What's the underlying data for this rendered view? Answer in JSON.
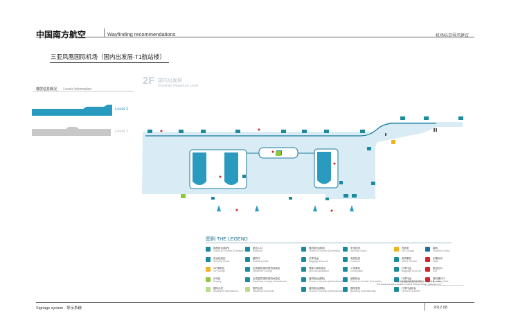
{
  "header": {
    "brand": "中国南方航空",
    "subtitle": "Wayfinding recommendations",
    "right": "机场标识导示建议"
  },
  "page_title": "三亚凤凰国际机场（国内出发层-T1航站楼）",
  "levels": {
    "title": "楼层信息概况",
    "title_en": "Levels Information",
    "level2": "Level 2",
    "level1": "Level 1"
  },
  "floor": {
    "number": "2F",
    "name_cn": "国内出发层",
    "name_en": "Domestic Departure Level"
  },
  "colors": {
    "building": "#d9ecf5",
    "corridor": "#1a7a9c",
    "checkin": "#2a9bbf",
    "accent_red": "#d2232a",
    "accent_green": "#8dc63f",
    "accent_yellow": "#f0b323"
  },
  "legend": {
    "title": "图例  THE LEGEND",
    "items": [
      {
        "cn": "值机柜台(国内)",
        "en": "Check in Counter (Domestic)",
        "color": "#1a8a9c",
        "icon": "checkin-icon"
      },
      {
        "cn": "安全检查区",
        "en": "Security Check",
        "color": "#1a8a9c",
        "icon": "security-icon"
      },
      {
        "cn": "VIP候机区",
        "en": "VIP lounge",
        "color": "#f0b323",
        "icon": "vip-icon"
      },
      {
        "cn": "问讯处",
        "en": "Enquiry",
        "color": "#8dc63f",
        "icon": "info-icon"
      },
      {
        "cn": "国际出发",
        "en": "Departure International",
        "color": "#b7dd8c",
        "icon": "intl-departure-icon"
      },
      {
        "cn": "航站入口",
        "en": "Entrance",
        "color": "#1a8a9c",
        "icon": "entrance-icon"
      },
      {
        "cn": "登机口",
        "en": "Boarding Gate",
        "color": "#1a8a9c",
        "icon": "gate-icon"
      },
      {
        "cn": "出发楼层/国内登机休息区",
        "en": "Departure Lounge",
        "color": "#1a8a9c",
        "icon": "lounge-icon"
      },
      {
        "cn": "出发楼层/国际登机休息区",
        "en": "Departure Lounge International",
        "color": "#1a8a9c",
        "icon": "lounge-intl-icon"
      },
      {
        "cn": "国内出发",
        "en": "Departure Domestic",
        "color": "#b7dd8c",
        "icon": "dom-departure-icon"
      },
      {
        "cn": "值机柜台(国内)",
        "en": "Check in Counter (Domestic)",
        "color": "#1a8a9c",
        "icon": "checkin2-icon"
      },
      {
        "cn": "行李托运",
        "en": "Baggage Drop-off",
        "color": "#1a8a9c",
        "icon": "baggage-icon"
      },
      {
        "cn": "残疾人服务柜台",
        "en": "Special Assistance",
        "color": "#1a8a9c",
        "icon": "disability-icon"
      },
      {
        "cn": "值机柜台(国际)",
        "en": "Check in Counter (International)",
        "color": "#1a8a9c",
        "icon": "checkin-intl-icon"
      },
      {
        "cn": "值机柜台(国际)",
        "en": "Check in Counter (International)",
        "color": "#1a8a9c",
        "icon": "checkin-intl2-icon"
      },
      {
        "cn": "安全检查",
        "en": "Security Check",
        "color": "#1a8a9c",
        "icon": "security2-icon"
      },
      {
        "cn": "海关检查",
        "en": "Customs",
        "color": "#1a8a9c",
        "icon": "customs-icon"
      },
      {
        "cn": "入境事务",
        "en": "Immigration",
        "color": "#1a8a9c",
        "icon": "immigration-icon"
      },
      {
        "cn": "值机柜台",
        "en": "Check in Counter (Domestic)",
        "color": "#1a8a9c",
        "icon": "checkin3-icon"
      },
      {
        "cn": "国际登机",
        "en": "Boarding (International)",
        "color": "#1a8a9c",
        "icon": "intl-boarding-icon"
      },
      {
        "cn": "贵宾室",
        "en": "VIP Lounge",
        "color": "#f0b323",
        "icon": "vip2-icon"
      },
      {
        "cn": "贵宾服务",
        "en": "Airline Service",
        "color": "#1a8a9c",
        "icon": "airline-icon"
      },
      {
        "cn": "行李托运",
        "en": "Baggage Drop-off",
        "color": "#1a8a9c",
        "icon": "baggage2-icon"
      },
      {
        "cn": "行李托运",
        "en": "Baggage Drop-off",
        "color": "#1a8a9c",
        "icon": "baggage3-icon"
      },
      {
        "cn": "行李托运柜台",
        "en": "Check in Counter",
        "color": "#1a8a9c",
        "icon": "baggage-counter-icon"
      },
      {
        "cn": "南航",
        "en": "Southern China",
        "color": "#1a6f9e",
        "icon": "csair-icon"
      },
      {
        "cn": "步履标识",
        "en": "Walk",
        "color": "#d2232a",
        "icon": "walk-icon"
      },
      {
        "cn": "航站出口",
        "en": "Exit",
        "color": "#d2232a",
        "icon": "exit-icon"
      },
      {
        "cn": "登机通行口",
        "en": "Boarding Gate",
        "color": "#d2232a",
        "icon": "boarding-gate-icon"
      }
    ]
  },
  "source_note": "本资料由海南凤凰国际机场提供，仅供参考，2012\nThis document was provided by Sanya Phoenix Airport, reference only",
  "footer": {
    "left": "Signage system · 导示系统",
    "right": "2012.08"
  }
}
